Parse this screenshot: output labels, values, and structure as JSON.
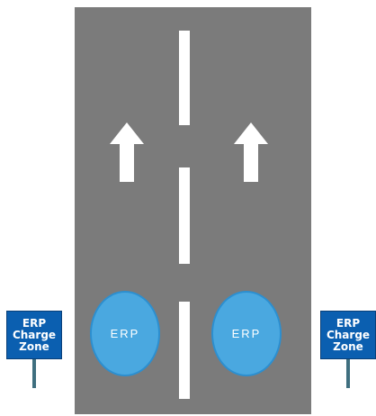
{
  "scene": {
    "colors": {
      "road": "#7b7b7b",
      "lane_marking": "#ffffff",
      "erp_pad": "#4aa8e0",
      "sign_board": "#0b5fb0",
      "sign_post": "#3f6f7f"
    }
  },
  "arrows": {
    "left": {
      "icon": "up-arrow-icon"
    },
    "right": {
      "icon": "up-arrow-icon"
    }
  },
  "erp_pads": {
    "left_label": "ERP",
    "right_label": "ERP"
  },
  "signs": {
    "left": {
      "line1": "ERP",
      "line2": "Charge",
      "line3": "Zone"
    },
    "right": {
      "line1": "ERP",
      "line2": "Charge",
      "line3": "Zone"
    }
  }
}
